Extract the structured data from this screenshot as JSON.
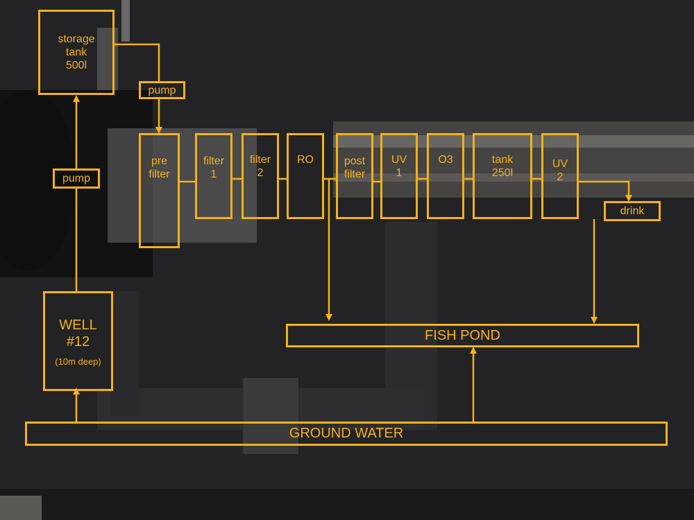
{
  "colors": {
    "accent": "#f4b21a",
    "background": "#1c1c1e"
  },
  "boxes": {
    "storage_tank": {
      "line1": "storage",
      "line2": "tank",
      "line3": "500l"
    },
    "pump_top": "pump",
    "pump_left": "pump",
    "pre_filter": {
      "line1": "pre",
      "line2": "filter"
    },
    "filter_1": {
      "line1": "filter",
      "line2": "1"
    },
    "filter_2": {
      "line1": "filter",
      "line2": "2"
    },
    "ro": "RO",
    "post_filter": {
      "line1": "post",
      "line2": "filter"
    },
    "uv_1": {
      "line1": "UV",
      "line2": "1"
    },
    "o3": "O3",
    "tank_250": {
      "line1": "tank",
      "line2": "250l"
    },
    "uv_2": {
      "line1": "UV",
      "line2": "2"
    },
    "drink": "drink",
    "well": {
      "line1": "WELL",
      "line2": "#12",
      "line3": "(10m deep)"
    },
    "fish_pond": "FISH POND",
    "ground_water": "GROUND WATER"
  }
}
